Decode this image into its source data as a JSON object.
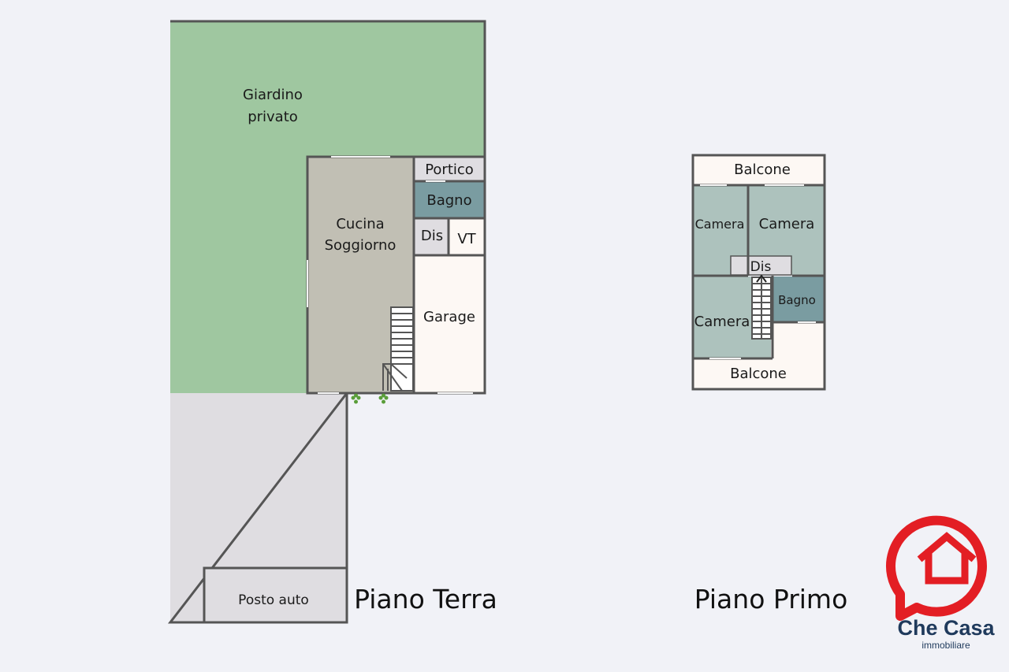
{
  "ground_floor": {
    "title": "Piano Terra",
    "rooms": {
      "giardino": [
        "Giardino",
        "privato"
      ],
      "cucina": [
        "Cucina",
        "Soggiorno"
      ],
      "portico": "Portico",
      "bagno": "Bagno",
      "dis": "Dis",
      "vt": "VT",
      "garage": "Garage",
      "posto_auto": "Posto auto"
    }
  },
  "first_floor": {
    "title": "Piano Primo",
    "rooms": {
      "balcone_top": "Balcone",
      "camera_1": "Camera",
      "camera_2": "Camera",
      "dis": "Dis",
      "camera_3": "Camera",
      "bagno": "Bagno",
      "balcone_bottom": "Balcone"
    }
  },
  "logo": {
    "name": "Che Casa",
    "tagline": "immobiliare"
  },
  "colors": {
    "garden": "#9fc7a0",
    "kitchen": "#c1bfb4",
    "bathroom": "#7a9ca1",
    "bedroom": "#adc2bd",
    "utility": "#dfdde1",
    "warm_room": "#fdf8f4",
    "walls": "#555555",
    "logo_red": "#e31e24",
    "logo_navy": "#1f3a5c"
  }
}
